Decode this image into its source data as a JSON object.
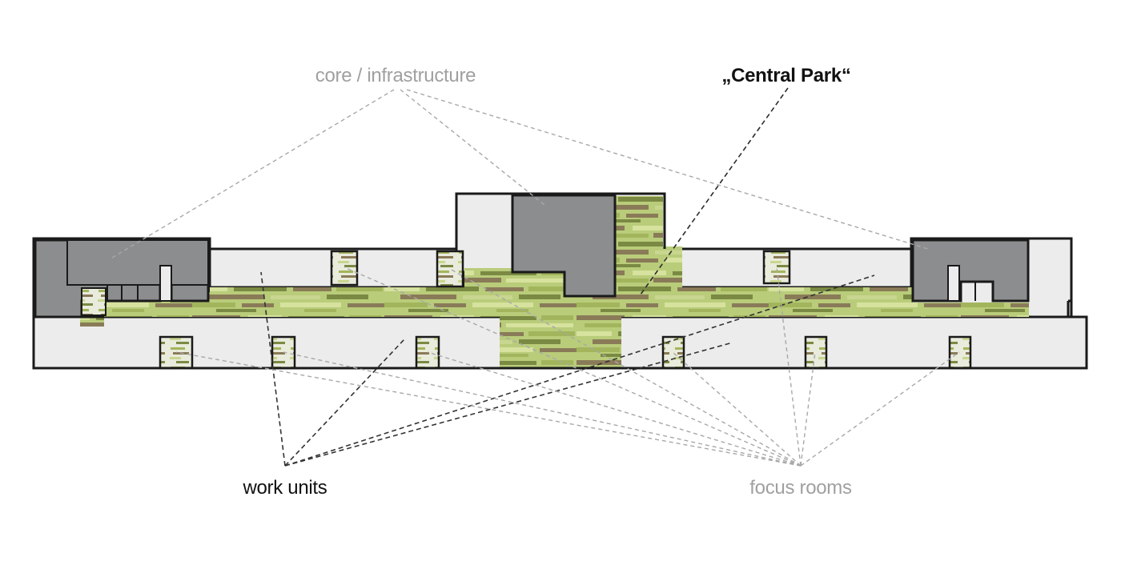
{
  "labels": {
    "core": "core / infrastructure",
    "central_park": "„Central Park“",
    "work_units": "work units",
    "focus_rooms": "focus rooms"
  },
  "colors": {
    "background": "#ffffff",
    "room_fill": "#ececec",
    "core_fill": "#8c8d8f",
    "wall": "#1a1a1a",
    "green_light": "#c8d68f",
    "green_mid": "#a3b55c",
    "green_dark": "#7a8a43",
    "brown": "#8a7b58",
    "label_dark": "#111111",
    "label_grey": "#a0a0a0",
    "leader_dark": "#333333",
    "leader_grey": "#a8a8a8"
  }
}
